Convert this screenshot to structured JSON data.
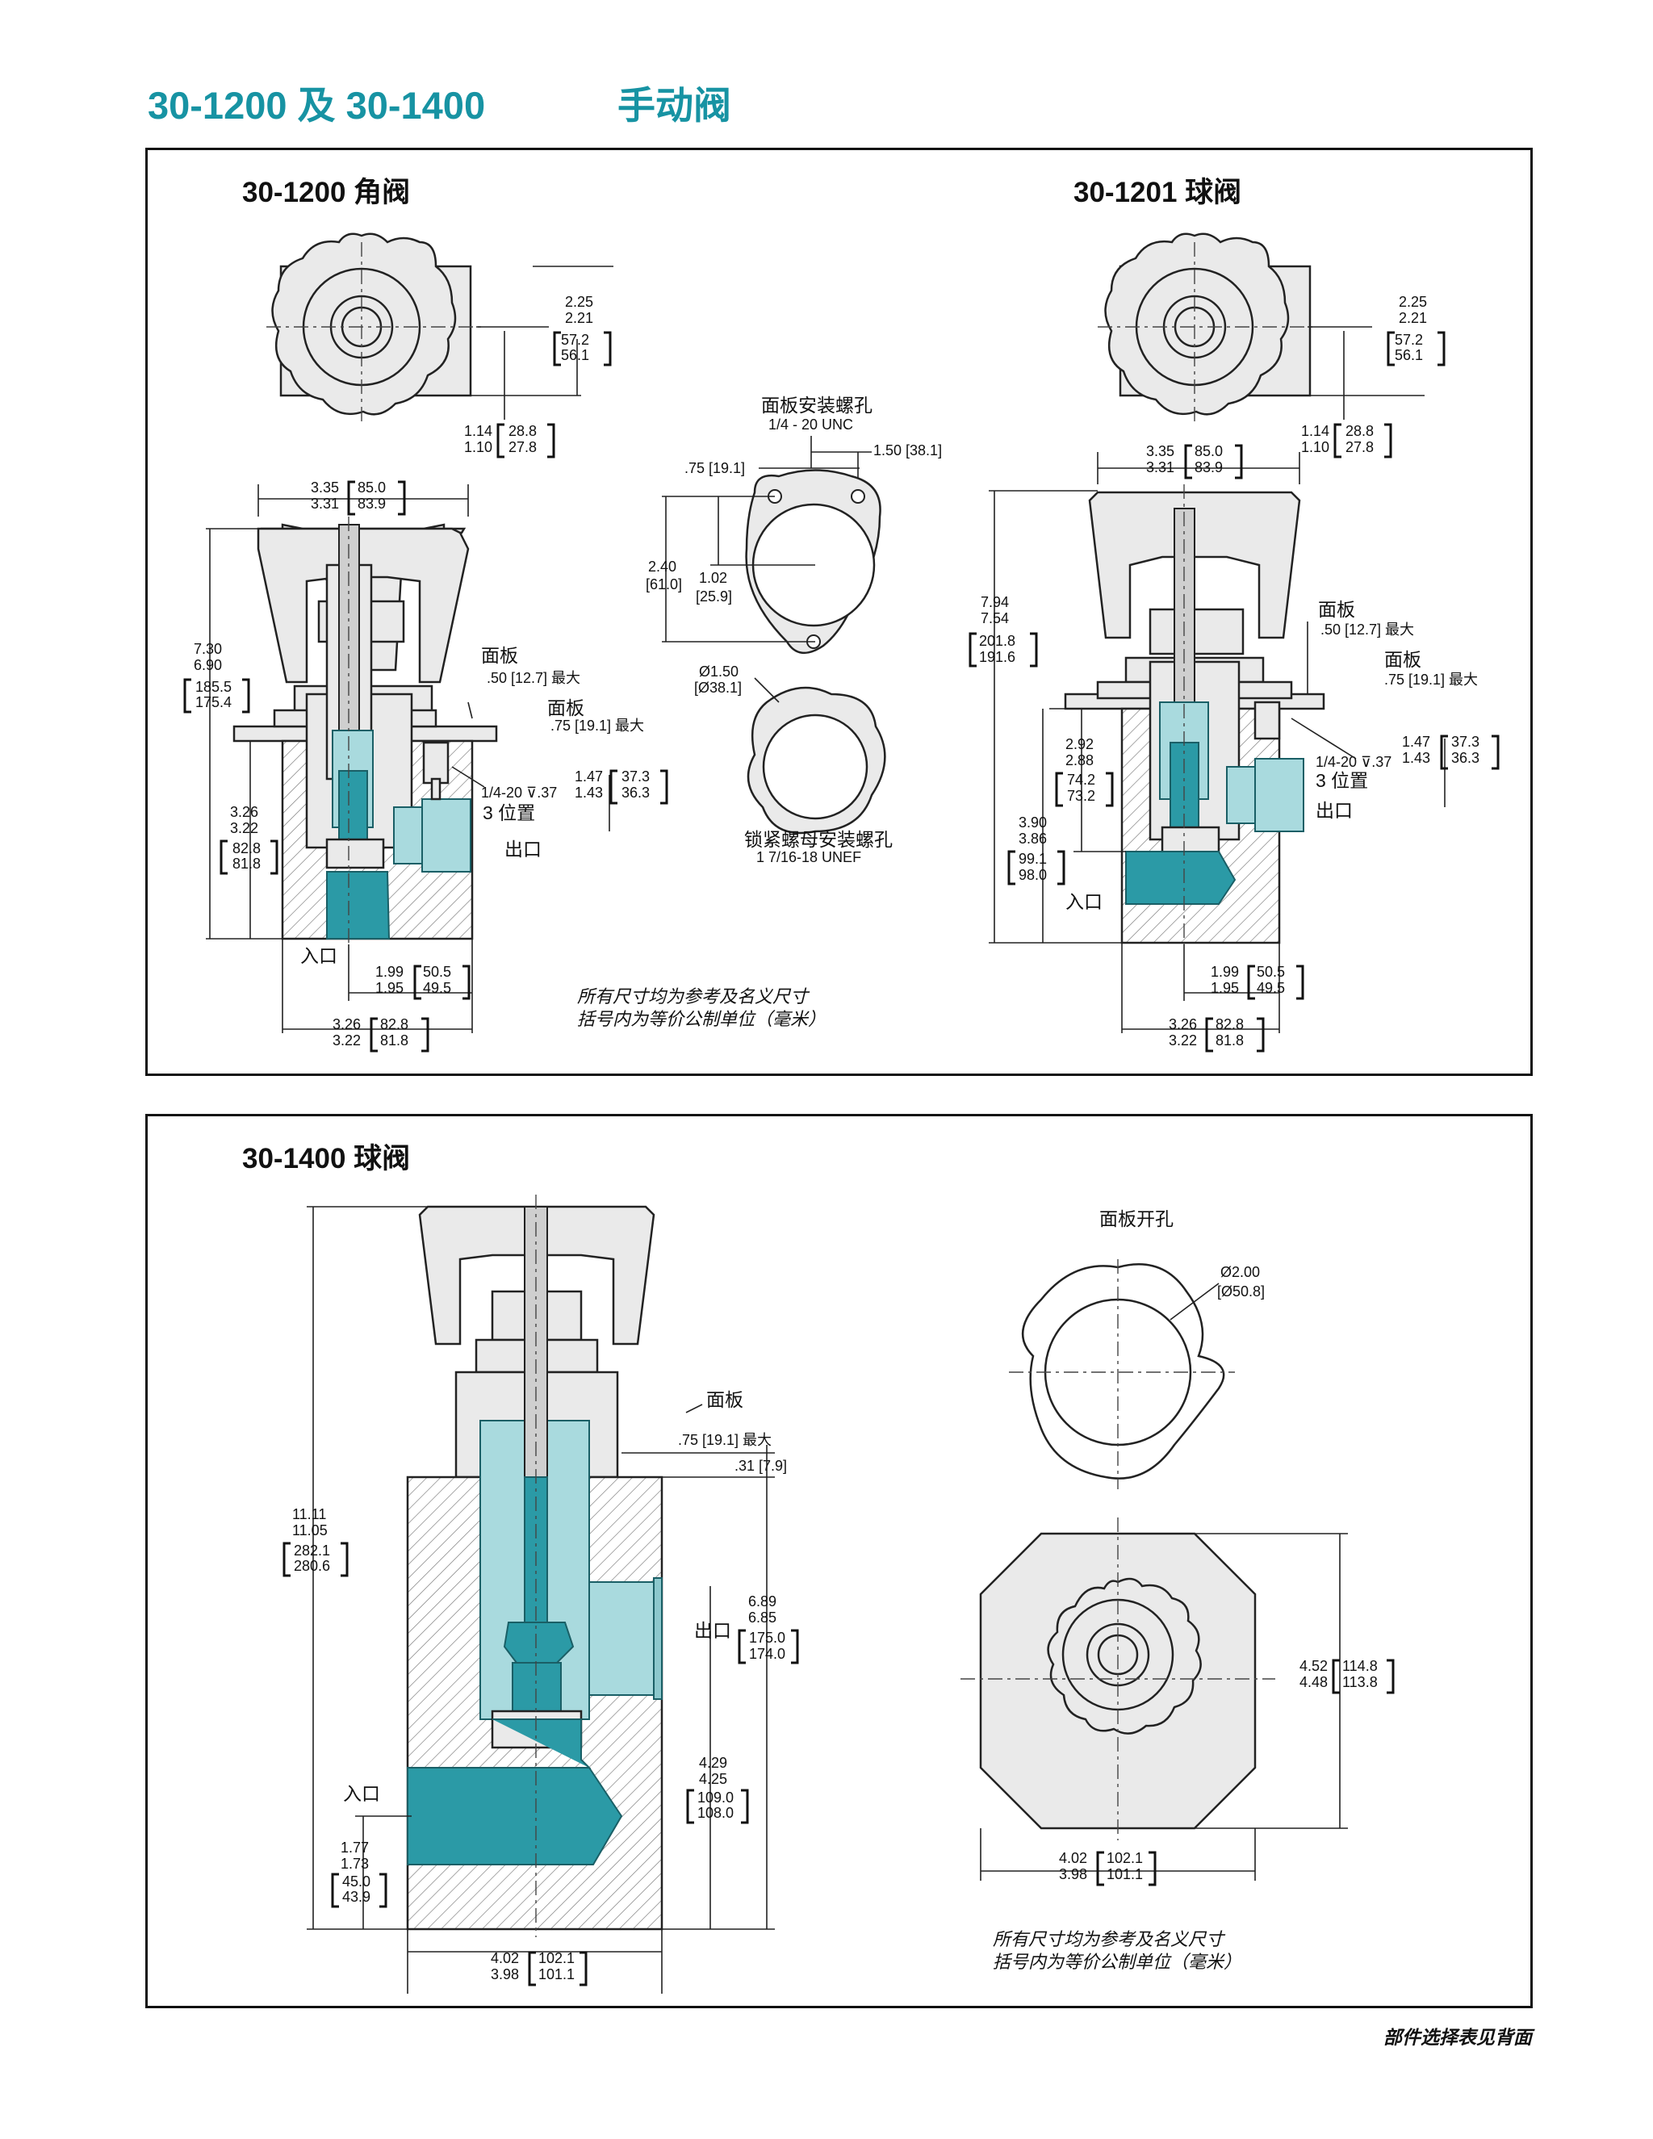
{
  "header": {
    "model_title": "30-1200 及 30-1400",
    "category": "手动阀"
  },
  "top_panel": {
    "angle_title": "30-1200 角阀",
    "globe_title": "30-1201 球阀",
    "dims": {
      "d225": "2.25",
      "d221": "2.21",
      "d572": "57.2",
      "d561": "56.1",
      "d114": "1.14",
      "d110": "1.10",
      "d288": "28.8",
      "d278": "27.8",
      "d335": "3.35",
      "d331": "3.31",
      "d850": "85.0",
      "d839": "83.9",
      "d730": "7.30",
      "d690": "6.90",
      "d1855": "185.5",
      "d1754": "175.4",
      "d326": "3.26",
      "d322": "3.22",
      "d828": "82.8",
      "d818": "81.8",
      "d199": "1.99",
      "d195": "1.95",
      "d505": "50.5",
      "d495": "49.5",
      "d147": "1.47",
      "d143": "1.43",
      "d373": "37.3",
      "d363": "36.3",
      "d794": "7.94",
      "d754": "7.54",
      "d2018": "201.8",
      "d1916": "191.6",
      "d292": "2.92",
      "d288b": "2.88",
      "d742": "74.2",
      "d732": "73.2",
      "d390": "3.90",
      "d386": "3.86",
      "d991": "99.1",
      "d980": "98.0"
    },
    "panel_050": ".50 [12.7] 最大",
    "panel_075": ".75 [19.1] 最大",
    "panel_label": "面板",
    "screw_spec": "1/4-20 ⊽.37",
    "three_pos": "3  位置",
    "outlet": "出口",
    "inlet": "入口",
    "mount_title": "面板安装螺孔",
    "mount_thread": "1/4 - 20 UNC",
    "mount_075": ".75 [19.1]",
    "mount_150": "1.50 [38.1]",
    "mount_240": "2.40",
    "mount_610": "[61.0]",
    "mount_102": "1.02",
    "mount_259": "[25.9]",
    "nut_dia": "Ø1.50",
    "nut_dia_mm": "[Ø38.1]",
    "nut_title": "锁紧螺母安装螺孔",
    "nut_thread": "1 7/16-18  UNEF",
    "note1": "所有尺寸均为参考及名义尺寸",
    "note2": "括号内为等价公制单位（毫米）"
  },
  "bottom_panel": {
    "title": "30-1400 球阀",
    "cutout_title": "面板开孔",
    "cutout_dia": "Ø2.00",
    "cutout_dia_mm": "[Ø50.8]",
    "panel_label": "面板",
    "panel_075": ".75 [19.1] 最大",
    "d031": ".31 [7.9]",
    "outlet": "出口",
    "inlet": "入口",
    "dims": {
      "d1111": "11.11",
      "d1105": "11.05",
      "d2821": "282.1",
      "d2806": "280.6",
      "d689": "6.89",
      "d685": "6.85",
      "d1750": "175.0",
      "d1740": "174.0",
      "d429": "4.29",
      "d425": "4.25",
      "d1090": "109.0",
      "d1080": "108.0",
      "d177": "1.77",
      "d173": "1.73",
      "d450": "45.0",
      "d439": "43.9",
      "d402": "4.02",
      "d398": "3.98",
      "d1021": "102.1",
      "d1011": "101.1",
      "d452": "4.52",
      "d448": "4.48",
      "d1148": "114.8",
      "d1138": "113.8"
    },
    "note1": "所有尺寸均为参考及名义尺寸",
    "note2": "括号内为等价公制单位（毫米）"
  },
  "footer": "部件选择表见背面"
}
